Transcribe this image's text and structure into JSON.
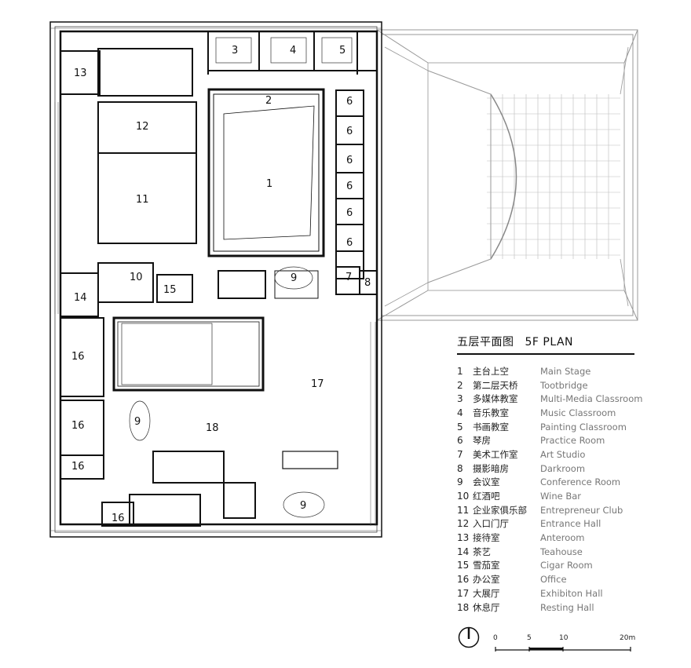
{
  "legend": {
    "title_zh": "五层平面图",
    "title_en": "5F PLAN",
    "items": [
      {
        "no": "1",
        "zh": "主台上空",
        "en": "Main Stage"
      },
      {
        "no": "2",
        "zh": "第二层天桥",
        "en": "Tootbridge"
      },
      {
        "no": "3",
        "zh": "多媒体教室",
        "en": "Multi-Media Classroom"
      },
      {
        "no": "4",
        "zh": "音乐教室",
        "en": "Music Classroom"
      },
      {
        "no": "5",
        "zh": "书画教室",
        "en": "Painting Classroom"
      },
      {
        "no": "6",
        "zh": "琴房",
        "en": "Practice Room"
      },
      {
        "no": "7",
        "zh": "美术工作室",
        "en": "Art Studio"
      },
      {
        "no": "8",
        "zh": "摄影暗房",
        "en": "Darkroom"
      },
      {
        "no": "9",
        "zh": "会议室",
        "en": "Conference Room"
      },
      {
        "no": "10",
        "zh": "红酒吧",
        "en": "Wine Bar"
      },
      {
        "no": "11",
        "zh": "企业家俱乐部",
        "en": "Entrepreneur Club"
      },
      {
        "no": "12",
        "zh": "入口门厅",
        "en": "Entrance Hall"
      },
      {
        "no": "13",
        "zh": "接待室",
        "en": "Anteroom"
      },
      {
        "no": "14",
        "zh": "茶艺",
        "en": "Teahouse"
      },
      {
        "no": "15",
        "zh": "雪茄室",
        "en": "Cigar Room"
      },
      {
        "no": "16",
        "zh": "办公室",
        "en": "Office"
      },
      {
        "no": "17",
        "zh": "大展厅",
        "en": "Exhibiton Hall"
      },
      {
        "no": "18",
        "zh": "休息厅",
        "en": "Resting Hall"
      }
    ]
  },
  "plan_labels": {
    "r1": "1",
    "r2": "2",
    "r3": "3",
    "r4": "4",
    "r5": "5",
    "r6a": "6",
    "r6b": "6",
    "r6c": "6",
    "r6d": "6",
    "r6e": "6",
    "r6f": "6",
    "r7": "7",
    "r8": "8",
    "r9a": "9",
    "r9b": "9",
    "r9c": "9",
    "r10": "10",
    "r11": "11",
    "r12": "12",
    "r13": "13",
    "r14": "14",
    "r15": "15",
    "r16a": "16",
    "r16b": "16",
    "r16c": "16",
    "r16d": "16",
    "r17": "17",
    "r18": "18"
  },
  "scale_bar": {
    "labels": [
      "0",
      "5",
      "10",
      "20m"
    ]
  },
  "icons": {
    "north": "north-arrow-icon"
  }
}
